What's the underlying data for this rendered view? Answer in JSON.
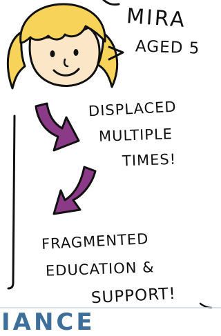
{
  "character": {
    "name": "MIRA",
    "age": "AGED 5"
  },
  "notes": {
    "displaced": [
      "DISPLACED",
      "MULTIPLE",
      "TIMES!"
    ],
    "fragmented": [
      "FRAGMENTED",
      "EDUCATION &",
      "SUPPORT!"
    ]
  },
  "cut_off_text": "IANCE",
  "colors": {
    "hair": "#f7d35a",
    "skin": "#fbe6c7",
    "arrow": "#8a3a86",
    "ink": "#111111",
    "cut_text": "#3d6f9a"
  }
}
